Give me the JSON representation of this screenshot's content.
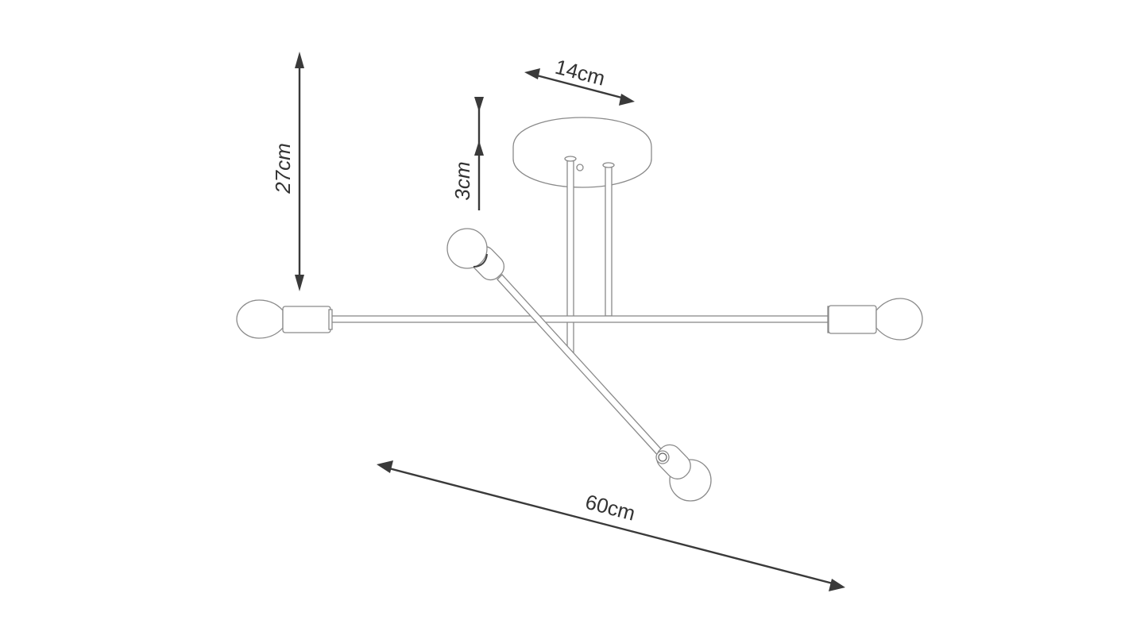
{
  "diagram": {
    "type": "technical-dimension-drawing",
    "subject": "ceiling lamp with three arms and bulbs",
    "colors": {
      "background": "#ffffff",
      "dimension_lines": "#3a3a3a",
      "outline": "#8a8a8a",
      "text": "#333333"
    },
    "dimensions": {
      "canopy_diameter": {
        "label": "14cm"
      },
      "overall_height": {
        "label": "27cm"
      },
      "canopy_height": {
        "label": "3cm"
      },
      "overall_width": {
        "label": "60cm"
      }
    },
    "components": [
      {
        "name": "ceiling-canopy"
      },
      {
        "name": "support-rod-left"
      },
      {
        "name": "support-rod-right"
      },
      {
        "name": "horizontal-arm"
      },
      {
        "name": "diagonal-arm"
      },
      {
        "name": "bulb-left"
      },
      {
        "name": "bulb-right"
      },
      {
        "name": "bulb-top-diagonal"
      },
      {
        "name": "bulb-bottom-diagonal"
      }
    ]
  }
}
